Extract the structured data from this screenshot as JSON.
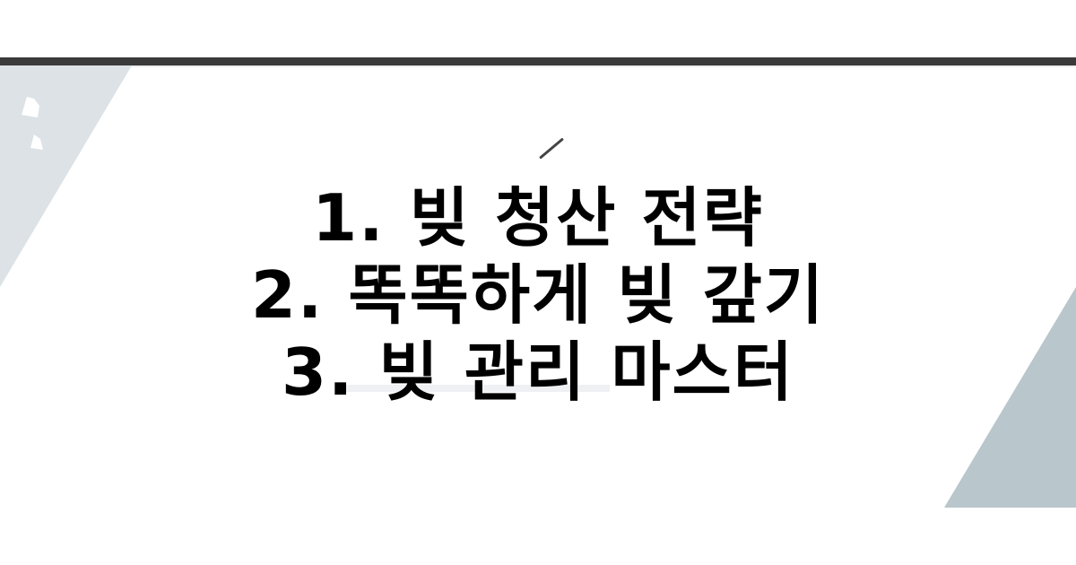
{
  "title_lines": [
    "1. 빚 청산 전략",
    "2. 똑똑하게 빚 갚기",
    "3. 빚 관리 마스터"
  ],
  "colors": {
    "background": "#ffffff",
    "top_bar": "#3a3a3a",
    "left_triangle": "#dce2e5",
    "right_triangle": "#b9c6cc",
    "text": "#000000"
  }
}
